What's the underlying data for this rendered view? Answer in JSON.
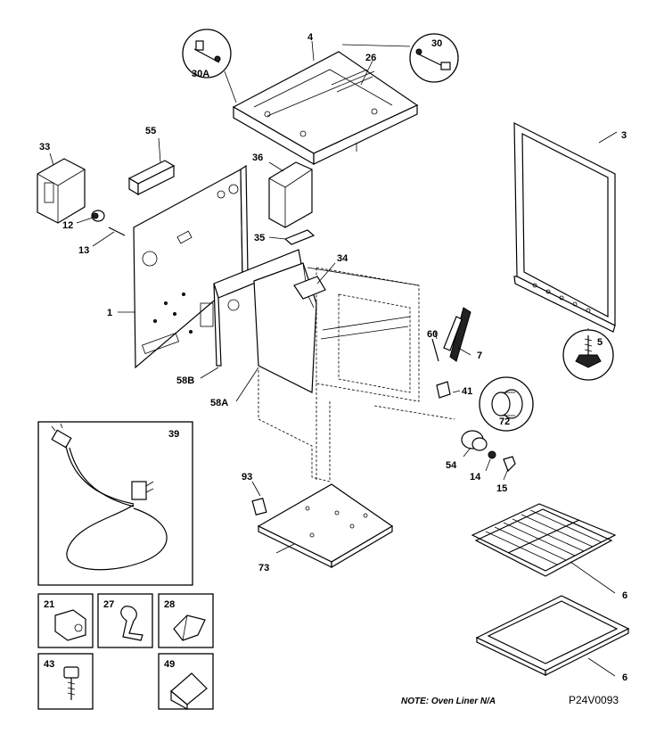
{
  "labels": {
    "p4": "4",
    "p26": "26",
    "p30": "30",
    "p30a": "30A",
    "p55": "55",
    "p33": "33",
    "p36": "36",
    "p3": "3",
    "p12": "12",
    "p13": "13",
    "p35": "35",
    "p34": "34",
    "p1": "1",
    "p60": "60",
    "p7": "7",
    "p5": "5",
    "p58b": "58B",
    "p58a": "58A",
    "p41": "41",
    "p72": "72",
    "p54": "54",
    "p14": "14",
    "p15": "15",
    "p39": "39",
    "p93": "93",
    "p73": "73",
    "p6a": "6",
    "p6b": "6",
    "p21": "21",
    "p27": "27",
    "p28": "28",
    "p43": "43",
    "p49": "49"
  },
  "footer": {
    "note": "NOTE: Oven Liner N/A",
    "drawing_code": "P24V0093"
  }
}
